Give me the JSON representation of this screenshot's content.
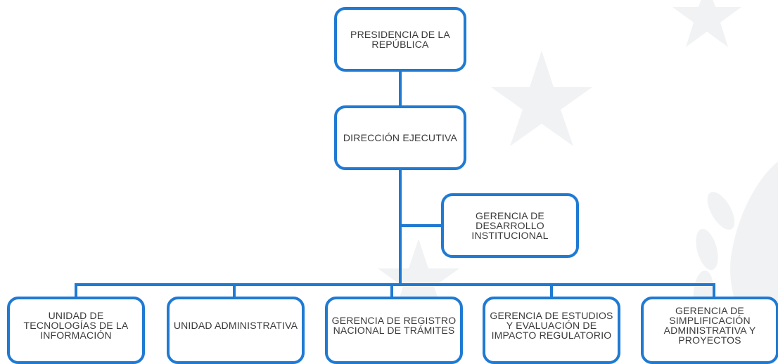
{
  "org_chart": {
    "top": {
      "label": "PRESIDENCIA DE LA REPÚBLICA"
    },
    "executive": {
      "label": "DIRECCIÓN EJECUTIVA"
    },
    "staff": {
      "label": "GERENCIA DE DESARROLLO INSTITUCIONAL"
    },
    "units": [
      {
        "label": "UNIDAD DE TECNOLOGÍAS DE LA INFORMACIÓN"
      },
      {
        "label": "UNIDAD ADMINISTRATIVA"
      },
      {
        "label": "GERENCIA DE REGISTRO NACIONAL DE TRÁMITES"
      },
      {
        "label": "GERENCIA DE ESTUDIOS Y EVALUACIÓN DE IMPACTO REGULATORIO"
      },
      {
        "label": "GERENCIA DE SIMPLIFICACIÓN ADMINISTRATIVA Y PROYECTOS"
      }
    ]
  },
  "colors": {
    "box_border": "#1f7ad2",
    "connector": "#1f7ad2",
    "text": "#3a3a3a",
    "watermark": "#f1f2f4"
  }
}
